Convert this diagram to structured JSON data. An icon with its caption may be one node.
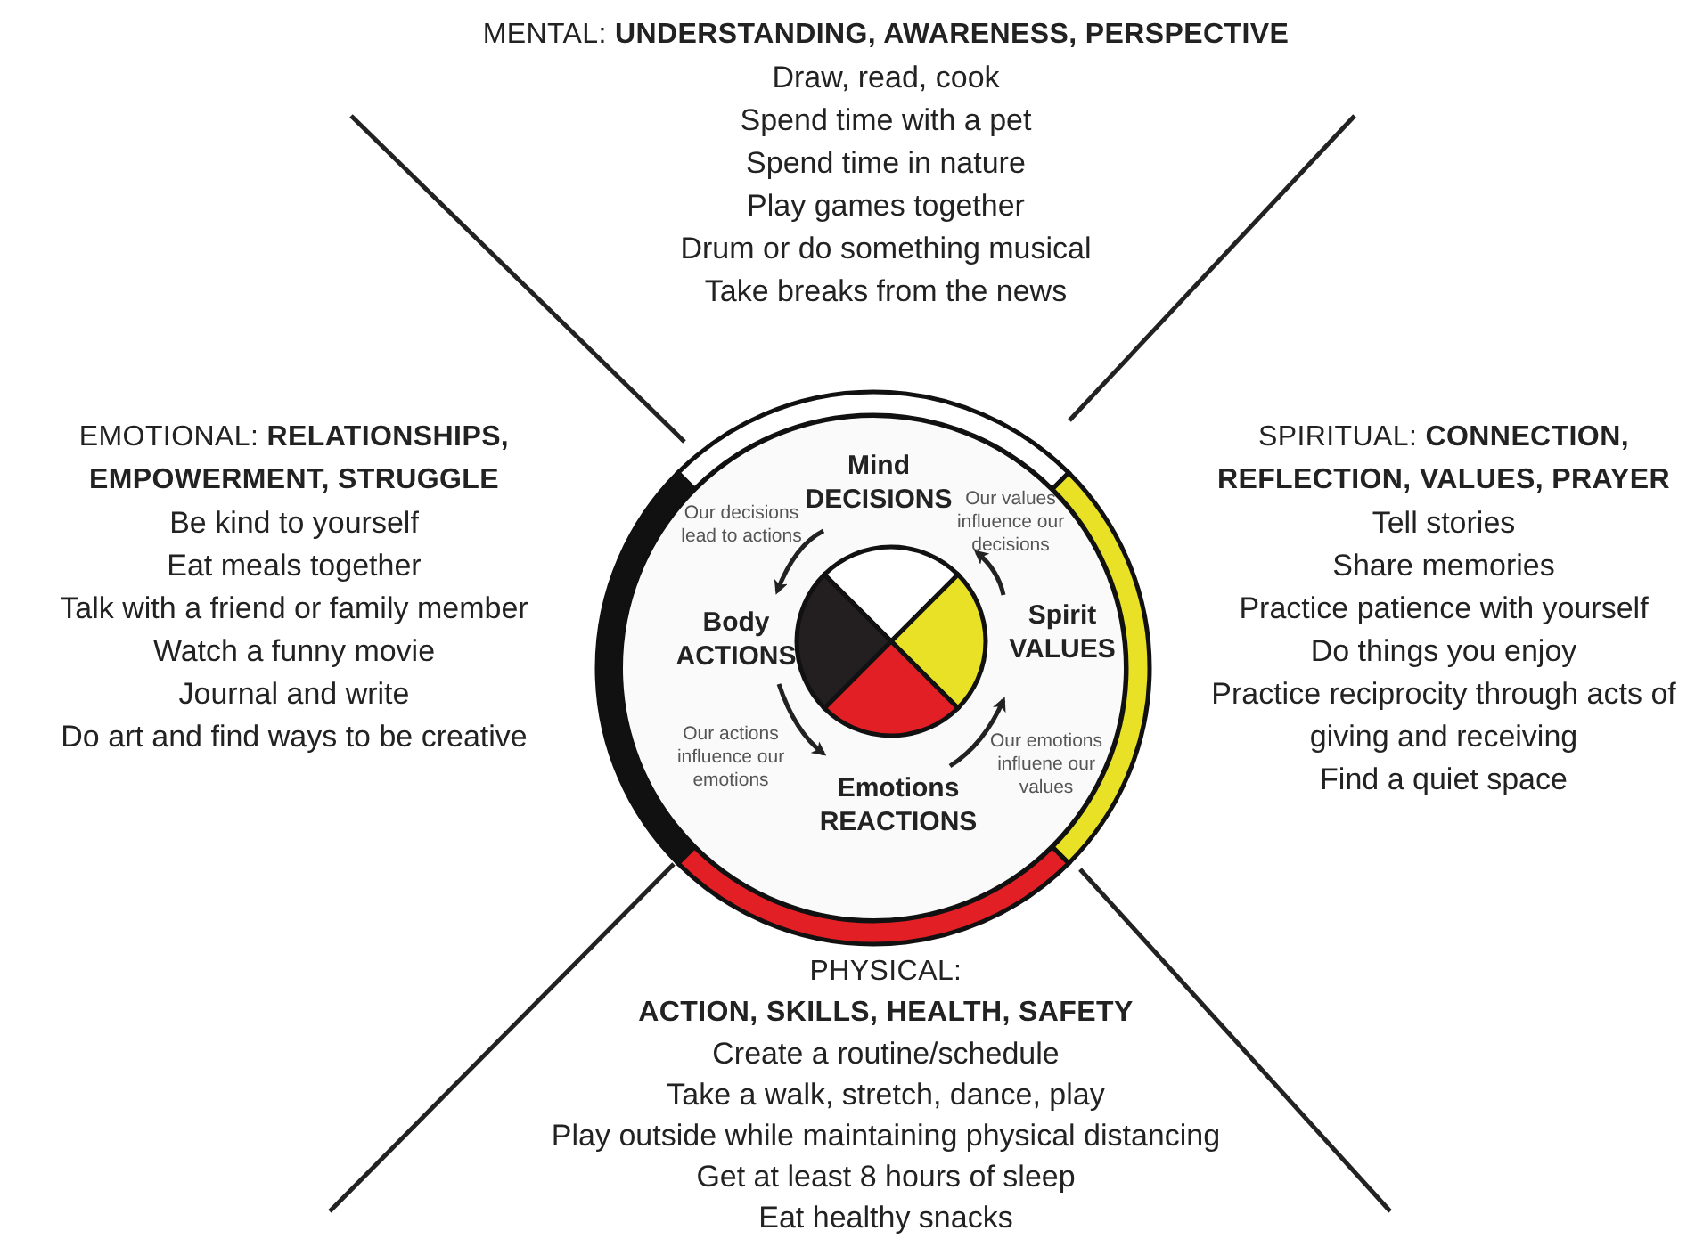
{
  "diagram": {
    "nodes": [
      {
        "text": [
          "Mind",
          "DECISIONS"
        ]
      },
      {
        "text": [
          "Spirit",
          "VALUES"
        ]
      },
      {
        "text": [
          "Emotions",
          "REACTIONS"
        ]
      },
      {
        "text": [
          "Body",
          "ACTIONS"
        ]
      }
    ],
    "edges": [
      {
        "from": 0,
        "to": 3,
        "arrow": "to",
        "label": "Our decisions lead to actions"
      },
      {
        "from": 3,
        "to": 2,
        "arrow": "to",
        "label": "Our actions influence our emotions"
      },
      {
        "from": 2,
        "to": 1,
        "arrow": "to",
        "label": "Our emotions influene our values"
      },
      {
        "from": 1,
        "to": 0,
        "arrow": "to",
        "label": "Our values influence our decisions"
      }
    ],
    "labels": [
      "MENTAL: **UNDERSTANDING, AWARENESS, PERSPECTIVE**",
      "Draw, read, cook",
      "Spend time with a pet",
      "Spend time in nature",
      "Play games together",
      "Drum or do something musical",
      "Take breaks from the news",
      "EMOTIONAL: **RELATIONSHIPS, EMPOWERMENT, STRUGGLE**",
      "Be kind to yourself",
      "Eat meals together",
      "Talk with a friend or family member",
      "Watch a funny movie",
      "Journal and write",
      "Do art and find ways to be creative",
      "SPIRITUAL: **CONNECTION, REFLECTION, VALUES, PRAYER**",
      "Tell stories",
      "Share memories",
      "Practice patience with yourself",
      "Do things you enjoy",
      "Practice reciprocity through acts of giving and receiving",
      "Find a quiet space",
      "PHYSICAL: **ACTION, SKILLS, HEALTH, SAFETY**",
      "Create a routine/schedule",
      "Take a walk, stretch, dance, play",
      "Play outside while maintaining physical distancing",
      "Get at least 8 hours of sleep",
      "Eat healthy snacks"
    ]
  }
}
